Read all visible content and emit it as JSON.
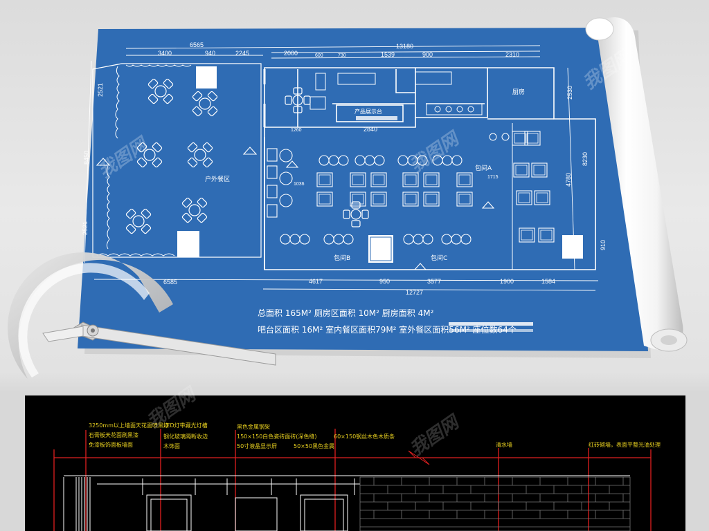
{
  "blueprint": {
    "top_dimensions": [
      "6565",
      "13180",
      "3400",
      "940",
      "2245",
      "2000",
      "600",
      "730",
      "1539",
      "900",
      "2310"
    ],
    "bottom_dimensions": [
      "6585",
      "4617",
      "950",
      "3577",
      "1900",
      "1584",
      "12727"
    ],
    "left_dimensions": [
      "2521",
      "8450",
      "2521"
    ],
    "right_dimensions": [
      "2530",
      "8230",
      "4780",
      "910"
    ],
    "inner_dimensions": [
      "1260",
      "2840",
      "1036",
      "1715"
    ],
    "area_notes": {
      "line1": "总面积 165M²  厕房区面积 10M²  厨房面积 4M²",
      "line2": "吧台区面积 16M² 室内餐区面积79M²  室外餐区面积56M²  座位数64个"
    },
    "room_labels": {
      "outdoor": "户外餐区",
      "bar": "产品展示台",
      "kitchen": "厨房",
      "room_a": "包间A",
      "room_b": "包间B",
      "room_c": "包间C"
    }
  },
  "cad_elevation": {
    "annotations": [
      "3250mm以上墙面天花面喷黑漆",
      "石膏板天花面刷黑漆",
      "免漆板饰面板墙面",
      "LED灯带藏光灯槽",
      "钢化玻璃隔断收边",
      "木饰面",
      "黑色金属钢架",
      "150×150白色瓷砖面砖(深色缝)",
      "50寸液晶显示屏",
      "50×50黑色金属",
      "60×150钢丝木色木质条",
      "清水墙",
      "红砖砌墙，表面平整光油处理"
    ]
  },
  "watermark": "我图网"
}
